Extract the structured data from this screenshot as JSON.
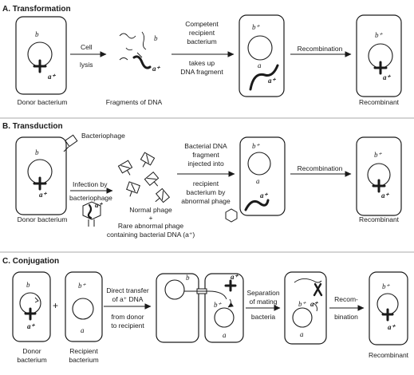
{
  "sections": {
    "a": {
      "title": "A. Transformation",
      "donor": "Donor bacterium",
      "cell_lysis_1": "Cell",
      "cell_lysis_2": "lysis",
      "fragments": "Fragments of DNA",
      "competent_1": "Competent",
      "competent_2": "recipient",
      "competent_3": "bacterium",
      "takes_1": "takes up",
      "takes_2": "DNA fragment",
      "recombination": "Recombination",
      "recombinant": "Recombinant"
    },
    "b": {
      "title": "B. Transduction",
      "bacteriophage": "Bacteriophage",
      "infection_1": "Infection by",
      "infection_2": "bacteriophage",
      "injected_1": "Bacterial DNA",
      "injected_2": "fragment",
      "injected_3": "injected into",
      "recipient_1": "recipient",
      "recipient_2": "bacterium by",
      "recipient_3": "abnormal phage",
      "normal": "Normal phage",
      "plus": "+",
      "rare_1": "Rare abnormal phage",
      "rare_2": "containing bacterial DNA (a⁺)",
      "recombination": "Recombination",
      "donor": "Donor bacterium",
      "recombinant": "Recombinant"
    },
    "c": {
      "title": "C. Conjugation",
      "donor_1": "Donor",
      "donor_2": "bacterium",
      "plus": "+",
      "recipient_1": "Recipient",
      "recipient_2": "bacterium",
      "direct_1": "Direct transfer",
      "direct_2": "of a⁺ DNA",
      "direct_3": "from donor",
      "direct_4": "to recipient",
      "separation_1": "Separation",
      "separation_2": "of mating",
      "separation_3": "bacteria",
      "recom_1": "Recom-",
      "recom_2": "bination",
      "recombinant": "Recombinant"
    }
  },
  "genes": {
    "b": "b",
    "b_plus": "b⁺",
    "a": "a",
    "a_plus": "a⁺"
  }
}
